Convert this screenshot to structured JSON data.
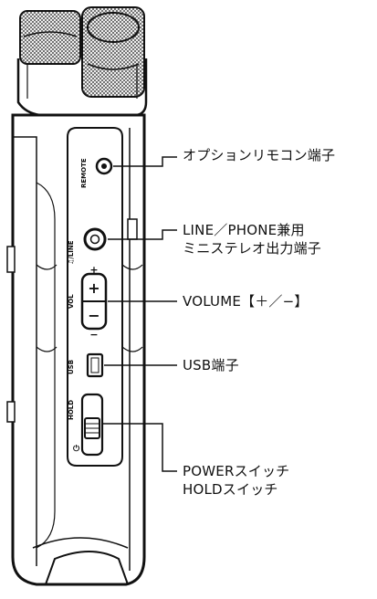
{
  "figure": {
    "device": "handheld audio recorder (side view)",
    "panel_labels": {
      "remote": "REMOTE",
      "phone_line": "♫/LINE",
      "vol": "VOL",
      "plus": "+",
      "minus": "−",
      "usb": "USB",
      "hold": "HOLD",
      "power_symbol": "⏻"
    },
    "callouts": [
      {
        "id": "remote",
        "lines": [
          "オプションリモコン端子"
        ]
      },
      {
        "id": "line-phone",
        "lines": [
          "LINE／PHONE兼用",
          "ミニステレオ出力端子"
        ]
      },
      {
        "id": "volume",
        "lines": [
          "VOLUME【＋／−】"
        ]
      },
      {
        "id": "usb",
        "lines": [
          "USB端子"
        ]
      },
      {
        "id": "power-hold",
        "lines": [
          "POWERスイッチ",
          "HOLDスイッチ"
        ]
      }
    ]
  }
}
